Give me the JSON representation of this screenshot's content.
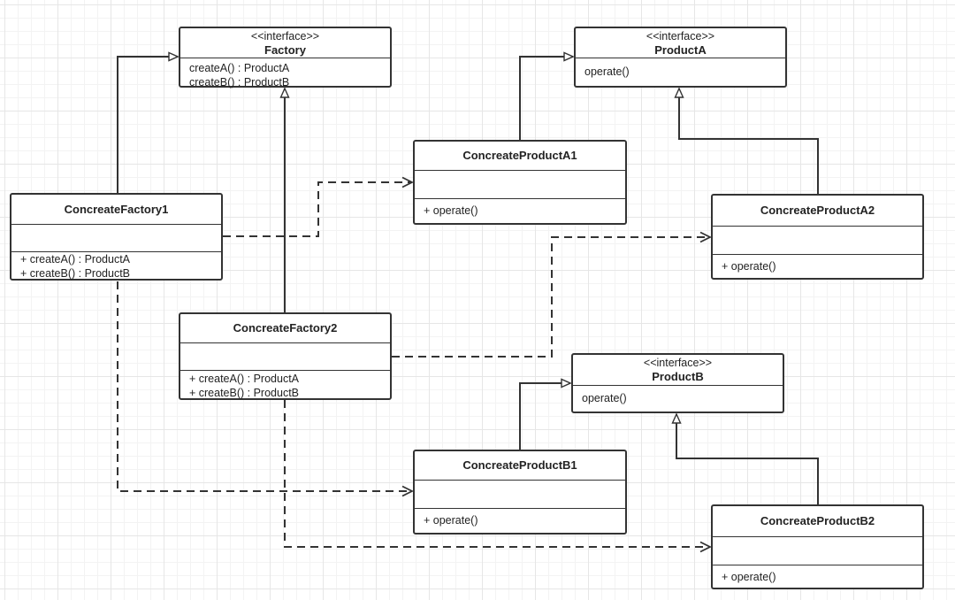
{
  "classes": {
    "factory": {
      "stereotype": "<<interface>>",
      "name": "Factory",
      "operations": [
        "createA() : ProductA",
        "createB() : ProductB"
      ]
    },
    "product_a": {
      "stereotype": "<<interface>>",
      "name": "ProductA",
      "operations": [
        "operate()"
      ]
    },
    "concrete_product_a1": {
      "name": "ConcreateProductA1",
      "operations": [
        "+ operate()"
      ]
    },
    "concrete_factory1": {
      "name": "ConcreateFactory1",
      "operations": [
        "+ createA() : ProductA",
        "+ createB() : ProductB"
      ]
    },
    "concrete_product_a2": {
      "name": "ConcreateProductA2",
      "operations": [
        "+ operate()"
      ]
    },
    "concrete_factory2": {
      "name": "ConcreateFactory2",
      "operations": [
        "+ createA() : ProductA",
        "+ createB() : ProductB"
      ]
    },
    "product_b": {
      "stereotype": "<<interface>>",
      "name": "ProductB",
      "operations": [
        "operate()"
      ]
    },
    "concrete_product_b1": {
      "name": "ConcreateProductB1",
      "operations": [
        "+ operate()"
      ]
    },
    "concrete_product_b2": {
      "name": "ConcreateProductB2",
      "operations": [
        "+ operate()"
      ]
    }
  },
  "relations": [
    {
      "type": "realization",
      "from": "ConcreateFactory1",
      "to": "Factory"
    },
    {
      "type": "realization",
      "from": "ConcreateFactory2",
      "to": "Factory"
    },
    {
      "type": "realization",
      "from": "ConcreateProductA1",
      "to": "ProductA"
    },
    {
      "type": "realization",
      "from": "ConcreateProductA2",
      "to": "ProductA"
    },
    {
      "type": "realization",
      "from": "ConcreateProductB1",
      "to": "ProductB"
    },
    {
      "type": "realization",
      "from": "ConcreateProductB2",
      "to": "ProductB"
    },
    {
      "type": "dependency",
      "from": "ConcreateFactory1",
      "to": "ConcreateProductA1"
    },
    {
      "type": "dependency",
      "from": "ConcreateFactory1",
      "to": "ConcreateProductB1"
    },
    {
      "type": "dependency",
      "from": "ConcreateFactory2",
      "to": "ConcreateProductA2"
    },
    {
      "type": "dependency",
      "from": "ConcreateFactory2",
      "to": "ConcreateProductB2"
    }
  ]
}
